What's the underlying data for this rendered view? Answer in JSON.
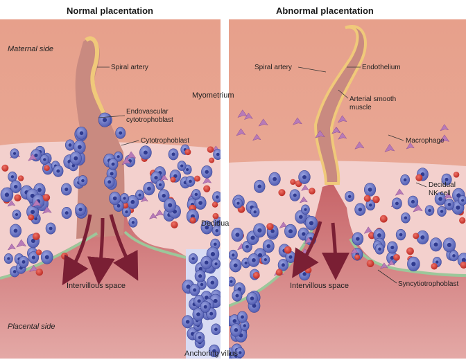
{
  "titles": {
    "left": "Normal placentation",
    "right": "Abnormal placentation"
  },
  "sides": {
    "maternal": "Maternal side",
    "placental": "Placental side"
  },
  "center_labels": {
    "myometrium": "Myometrium",
    "decidua": "Decidua",
    "anchoring_villus": "Anchoring villus"
  },
  "left_labels": {
    "spiral_artery": "Spiral artery",
    "endovascular_line1": "Endovascular",
    "endovascular_line2": "cytotrophoblast",
    "cytotrophoblast": "Cytotrophoblast",
    "intervillous_space": "Intervillous space"
  },
  "right_labels": {
    "spiral_artery": "Spiral artery",
    "endothelium": "Endothelium",
    "smooth_muscle_line1": "Arterial smooth",
    "smooth_muscle_line2": "muscle",
    "macrophage": "Macrophage",
    "nk_line1": "Decidual",
    "nk_line2": "NK cell",
    "intervillous_space": "Intervillous space",
    "syncytiotrophoblast": "Syncytiotrophoblast"
  },
  "colors": {
    "myometrium": "#e8a28e",
    "decidua": "#f4cfcc",
    "intervillous": "#c96a6e",
    "artery_lumen": "#c98d82",
    "artery_wall": "#f0c97a",
    "trophoblast": "#6b76c8",
    "nucleus": "#2f3a8f",
    "red_cell": "#d9433a",
    "nk_cell": "#b77ab8",
    "syncytio": "#9cc79a",
    "arrow": "#7a1f34"
  }
}
